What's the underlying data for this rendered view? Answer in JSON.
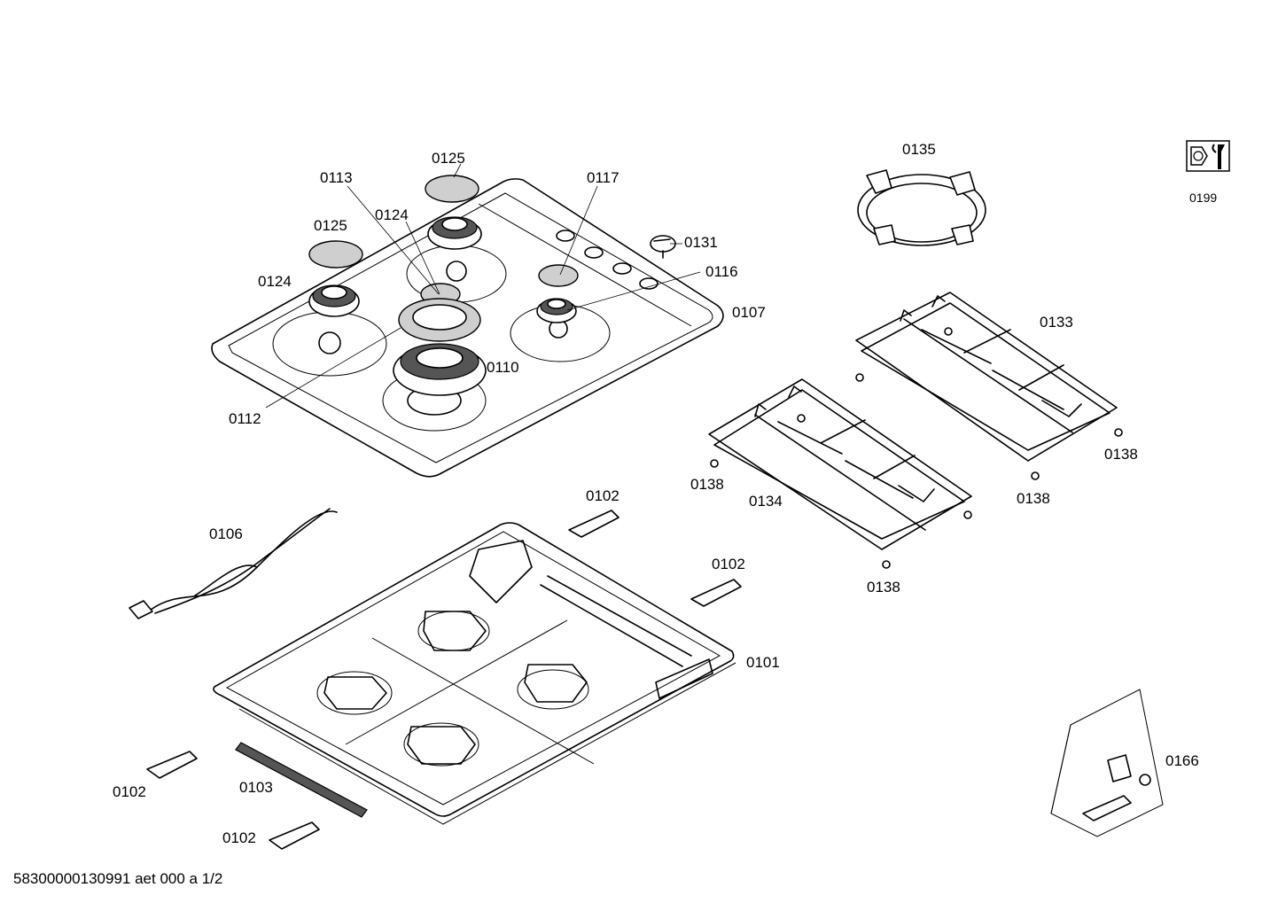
{
  "footer": {
    "document_code": "58300000130991 aet 000 a 1/2"
  },
  "service_icon": {
    "icon": "wrench-nut-icon",
    "label": "0199"
  },
  "labels": {
    "p0101": "0101",
    "p0102_a": "0102",
    "p0102_b": "0102",
    "p0102_c": "0102",
    "p0102_d": "0102",
    "p0103": "0103",
    "p0106": "0106",
    "p0107": "0107",
    "p0110": "0110",
    "p0112": "0112",
    "p0113": "0113",
    "p0116": "0116",
    "p0117": "0117",
    "p0124_a": "0124",
    "p0124_b": "0124",
    "p0125_a": "0125",
    "p0125_b": "0125",
    "p0131": "0131",
    "p0133": "0133",
    "p0134": "0134",
    "p0135": "0135",
    "p0138_a": "0138",
    "p0138_b": "0138",
    "p0138_c": "0138",
    "p0138_d": "0138",
    "p0166": "0166"
  }
}
